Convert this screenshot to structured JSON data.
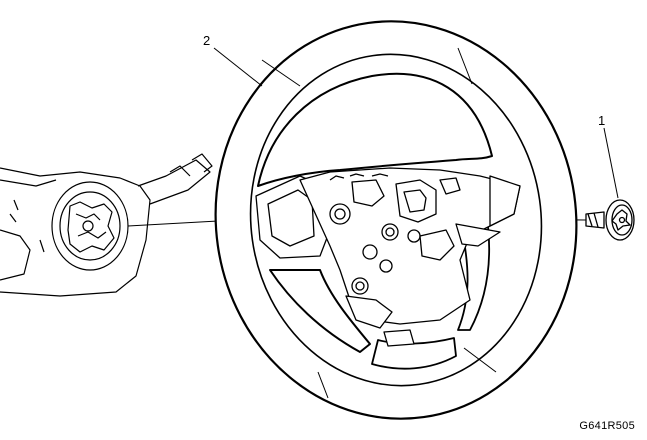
{
  "diagram": {
    "callouts": [
      {
        "number": "2",
        "part": "steering-wheel"
      },
      {
        "number": "1",
        "part": "steering-wheel-bolt"
      }
    ],
    "figure_code": "G641R505"
  }
}
